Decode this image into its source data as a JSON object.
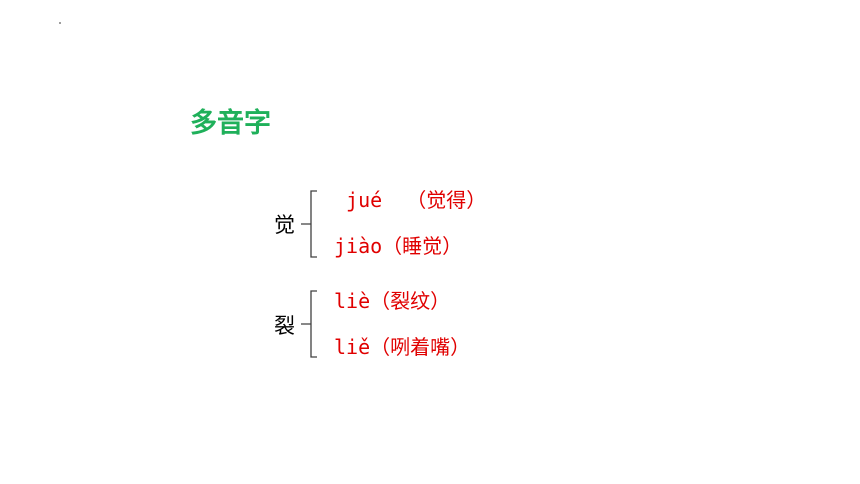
{
  "title": "多音字",
  "groups": [
    {
      "character": "觉",
      "readings": [
        {
          "text": " jué  （觉得）"
        },
        {
          "text": "jiào（睡觉）"
        }
      ]
    },
    {
      "character": "裂",
      "readings": [
        {
          "text": "liè（裂纹）"
        },
        {
          "text": "liě（咧着嘴）"
        }
      ]
    }
  ],
  "colors": {
    "title": "#1fb05a",
    "reading": "#e00000",
    "character": "#000000"
  }
}
